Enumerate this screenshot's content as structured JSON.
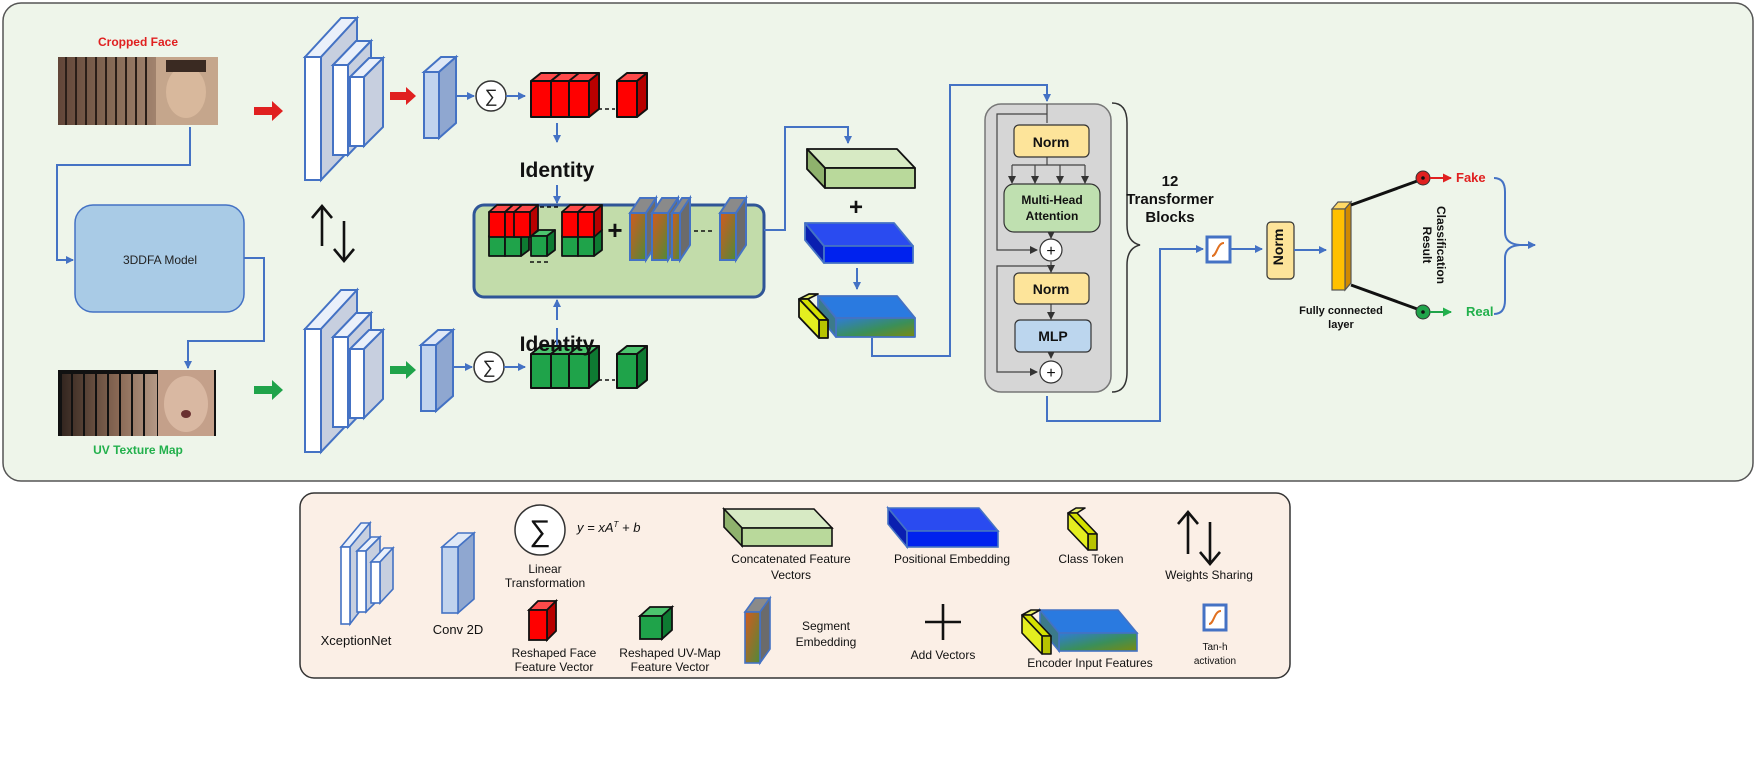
{
  "labels": {
    "cropped_face": "Cropped Face",
    "uv_texture_map": "UV Texture Map",
    "model_3ddfa": "3DDFA Model",
    "identity_top": "Identity",
    "identity_bottom": "Identity",
    "norm_1": "Norm",
    "mha_line1": "Multi-Head",
    "mha_line2": "Attention",
    "norm_2": "Norm",
    "mlp": "MLP",
    "transformer_count": "12",
    "transformer_line1": "Transformer",
    "transformer_line2": "Blocks",
    "norm_final": "Norm",
    "fc_line1": "Fully connected",
    "fc_line2": "layer",
    "classification_line1": "Classification",
    "classification_line2": "Result",
    "fake": "Fake",
    "real": "Real"
  },
  "legend": {
    "xceptionnet": "XceptionNet",
    "conv2d": "Conv 2D",
    "linear_formula": "y = xA",
    "linear_formula_sup": "T",
    "linear_formula_end": " + b",
    "linear_line1": "Linear",
    "linear_line2": "Transformation",
    "concat_line1": "Concatenated Feature",
    "concat_line2": "Vectors",
    "positional": "Positional Embedding",
    "class_token": "Class Token",
    "weights_sharing": "Weights Sharing",
    "reshaped_face_line1": "Reshaped Face",
    "reshaped_face_line2": "Feature Vector",
    "reshaped_uv_line1": "Reshaped UV-Map",
    "reshaped_uv_line2": "Feature Vector",
    "segment_line1": "Segment",
    "segment_line2": "Embedding",
    "add_vectors": "Add Vectors",
    "encoder_input": "Encoder Input Features",
    "tanh_line1": "Tan-h",
    "tanh_line2": "activation"
  },
  "colors": {
    "panel_bg": "#eef5ea",
    "legend_bg": "#fbefe6",
    "arrow_blue": "#4472c4",
    "red": "#ff0000",
    "green": "#1fa34a",
    "label_red": "#e02020",
    "label_green": "#22b04c"
  }
}
